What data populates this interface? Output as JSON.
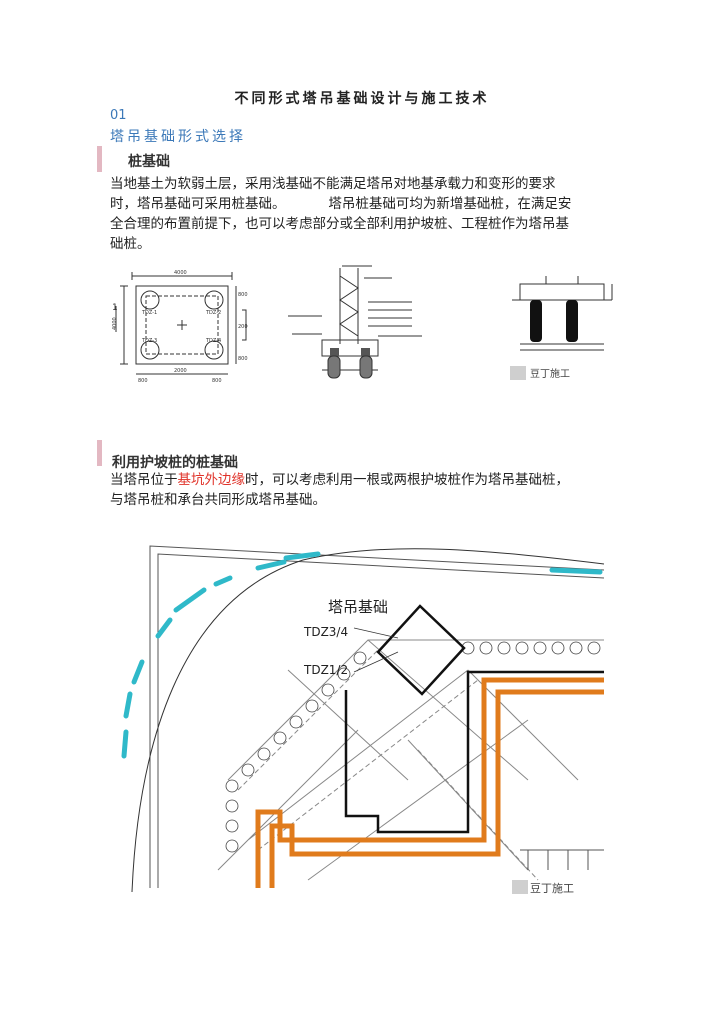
{
  "doc": {
    "title": "不同形式塔吊基础设计与施工技术",
    "section_num": "01",
    "section_title": "塔吊基础形式选择"
  },
  "sec1": {
    "heading": "桩基础",
    "lines": [
      "当地基土为软弱土层，采用浅基础不能满足塔吊对地基承载力和变形的要求",
      "时，塔吊基础可采用桩基础。          塔吊桩基础可均为新增基础桩，在满足安",
      "全合理的布置前提下，也可以考虑部分或全部利用护坡桩、工程桩作为塔吊基",
      "础桩。"
    ]
  },
  "fig1": {
    "dim_top": "4000",
    "dim_left": "4000",
    "dim_bottom1": "2000",
    "dim_bottom2": "800",
    "dim_bottom3": "800",
    "dim_side1": "800",
    "dim_side2": "2000",
    "dim_side3": "800",
    "pile_labels": [
      "TDZ-1",
      "TDZ-2",
      "TDZ-3",
      "TDZ-4"
    ],
    "side_mark": "1"
  },
  "fig3": {
    "watermark": "豆丁施工"
  },
  "sec2": {
    "heading": "利用护坡桩的桩基础",
    "line1_pre": "当塔吊位于",
    "line1_red": "基坑外边缘",
    "line1_post": "时，可以考虑利用一根或两根护坡桩作为塔吊基础桩，",
    "line2": "与塔吊桩和承台共同形成塔吊基础。"
  },
  "fig4": {
    "label_foundation": "塔吊基础",
    "label_tdz34": "TDZ3/4",
    "label_tdz12": "TDZ1/2",
    "watermark": "豆丁施工"
  }
}
